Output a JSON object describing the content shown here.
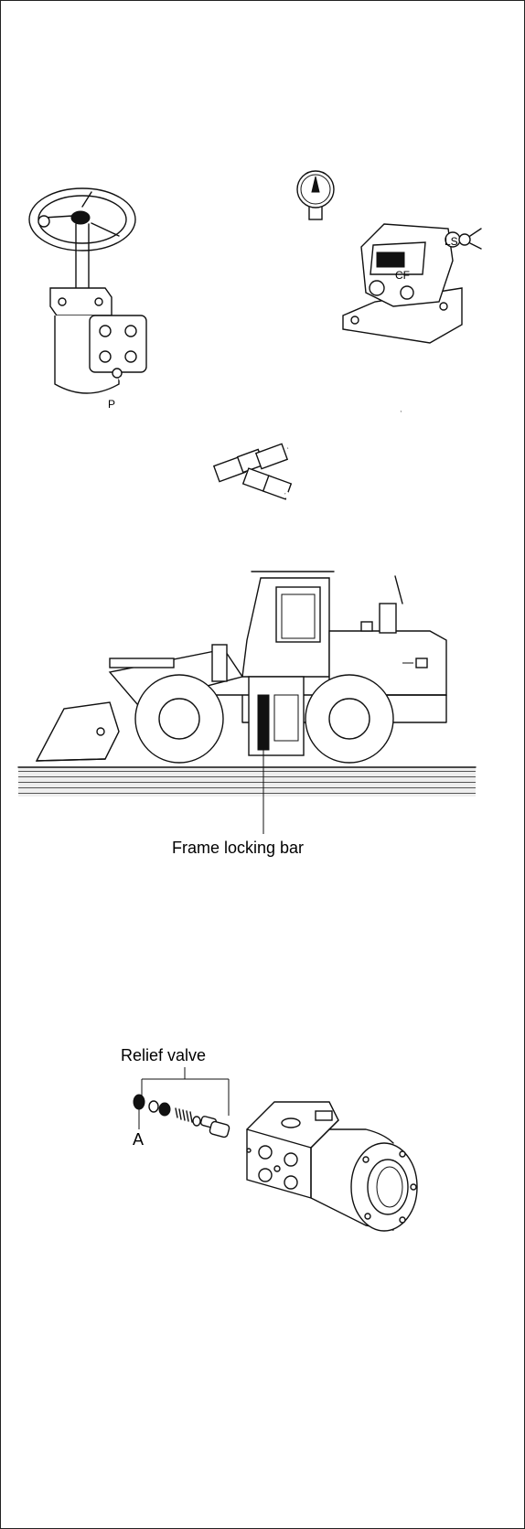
{
  "figure1": {
    "port_p": "P",
    "port_cf": "CF",
    "port_ls": "LS"
  },
  "figure2": {
    "callout": "Frame locking bar"
  },
  "figure3": {
    "title": "Relief valve",
    "part_a": "A"
  }
}
